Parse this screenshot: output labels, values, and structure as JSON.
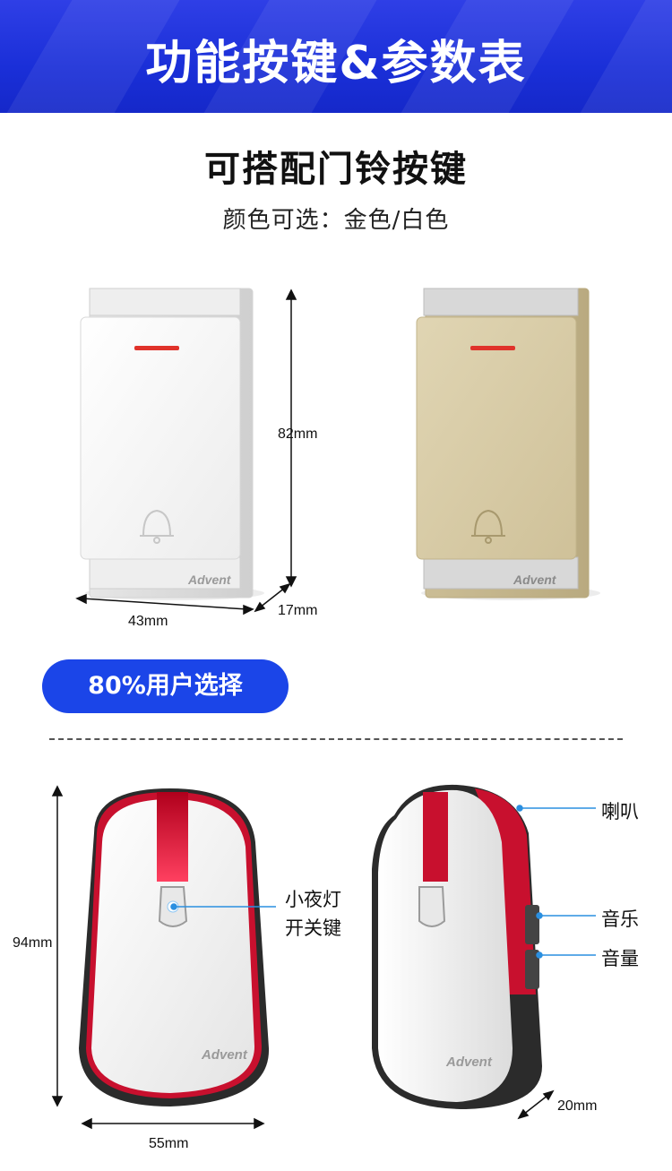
{
  "banner": {
    "title": "功能按键&参数表"
  },
  "header": {
    "title": "可搭配门铃按键",
    "subtitle": "颜色可选：金色/白色"
  },
  "button_product": {
    "height": "82mm",
    "width": "43mm",
    "depth": "17mm",
    "brand": "Advent",
    "colors": {
      "white": "#f6f6f6",
      "gold": "#d9cca6",
      "indicator": "#e0322a"
    }
  },
  "badge": {
    "label": "80%用户选择"
  },
  "receiver_product": {
    "height": "94mm",
    "width": "55mm",
    "depth": "20mm",
    "brand": "Advent",
    "labels": {
      "nightlight_line1": "小夜灯",
      "nightlight_line2": "开关键",
      "speaker": "喇叭",
      "music": "音乐",
      "volume": "音量"
    },
    "colors": {
      "accent": "#c8102e",
      "callout_line": "#2a8fe0"
    }
  }
}
